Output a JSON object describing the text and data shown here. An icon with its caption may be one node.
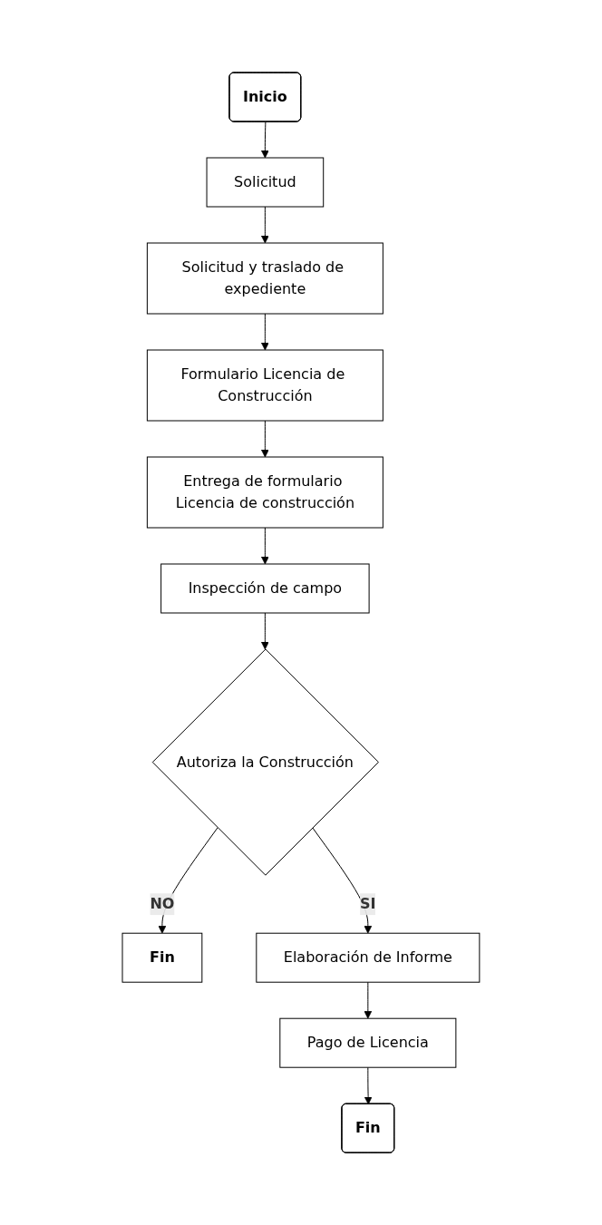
{
  "diagram": {
    "nodes": [
      {
        "text": [
          "Inicio"
        ]
      },
      {
        "text": [
          "Solicitud"
        ]
      },
      {
        "text": [
          "Solicitud y traslado de expediente"
        ]
      },
      {
        "text": [
          "Formulario Licencia de Construcción"
        ]
      },
      {
        "text": [
          "Entrega de formulario Licencia de construcción"
        ]
      },
      {
        "text": [
          "Inspección de campo"
        ]
      },
      {
        "text": [
          "Autoriza la Construcción"
        ]
      },
      {
        "text": [
          "Fin"
        ]
      },
      {
        "text": [
          "Elaboración de Informe"
        ]
      },
      {
        "text": [
          "Pago de Licencia"
        ]
      },
      {
        "text": [
          "Fin"
        ]
      }
    ],
    "edges": [
      {
        "from": 0,
        "to": 1,
        "arrow": "to"
      },
      {
        "from": 1,
        "to": 2,
        "arrow": "to"
      },
      {
        "from": 2,
        "to": 3,
        "arrow": "to"
      },
      {
        "from": 3,
        "to": 4,
        "arrow": "to"
      },
      {
        "from": 4,
        "to": 5,
        "arrow": "to"
      },
      {
        "from": 5,
        "to": 6,
        "arrow": "to"
      },
      {
        "from": 6,
        "to": 7,
        "label": "NO",
        "arrow": "to"
      },
      {
        "from": 6,
        "to": 8,
        "label": "SI",
        "arrow": "to"
      },
      {
        "from": 8,
        "to": 9,
        "arrow": "to"
      },
      {
        "from": 9,
        "to": 10,
        "arrow": "to"
      }
    ]
  }
}
